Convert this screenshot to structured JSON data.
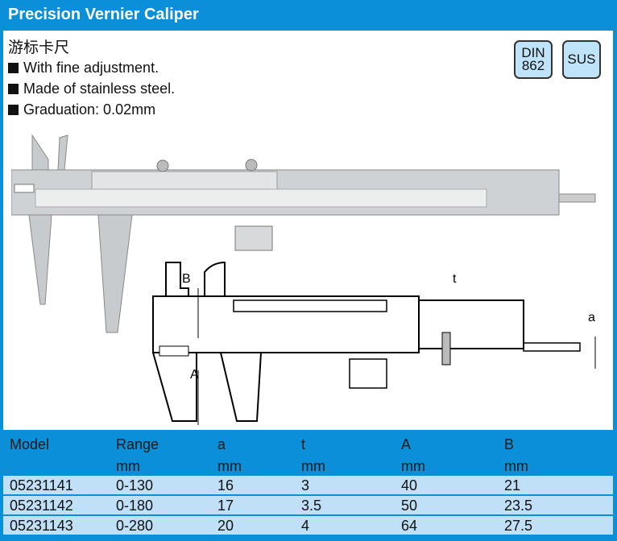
{
  "title": "Precision Vernier Caliper",
  "subtitle_cn": "游标卡尺",
  "features": [
    "With fine adjustment.",
    "Made of stainless steel.",
    "Graduation: 0.02mm"
  ],
  "badges": {
    "din_line1": "DIN",
    "din_line2": "862",
    "sus": "SUS"
  },
  "diagram_labels": {
    "B": "B",
    "A": "A",
    "a": "a",
    "t": "t"
  },
  "table": {
    "headers": [
      "Model",
      "Range",
      "a",
      "t",
      "A",
      "B"
    ],
    "units": [
      "",
      "mm",
      "mm",
      "mm",
      "mm",
      "mm"
    ],
    "rows": [
      [
        "05231141",
        "0-130",
        "16",
        "3",
        "40",
        "21"
      ],
      [
        "05231142",
        "0-180",
        "17",
        "3.5",
        "50",
        "23.5"
      ],
      [
        "05231143",
        "0-280",
        "20",
        "4",
        "64",
        "27.5"
      ]
    ]
  },
  "colors": {
    "brand": "#0a8fd8",
    "row": "#bfe0f6"
  }
}
